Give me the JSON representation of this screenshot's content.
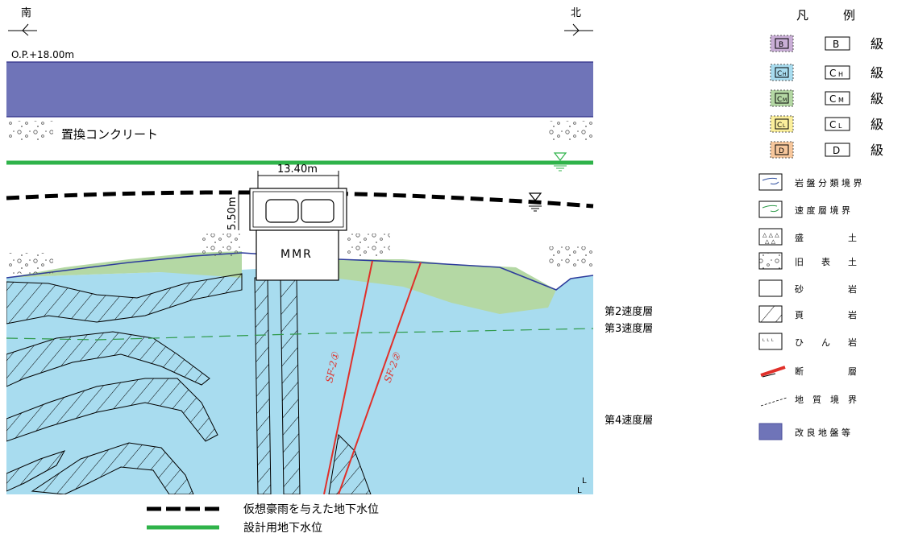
{
  "compass": {
    "south": "南",
    "north": "北"
  },
  "elevation_label": "O.P.+18.00m",
  "replacement_concrete_label": "置換コンクリート",
  "structure": {
    "width_label": "13.40m",
    "height_label": "5.50m",
    "name": "MMR"
  },
  "velocity_layers": [
    "第2速度層",
    "第3速度層",
    "第4速度層"
  ],
  "faults": [
    "SF-2①",
    "SF-2②"
  ],
  "legend": {
    "title": [
      "凡",
      "例"
    ],
    "rock_classes": [
      {
        "code": "B",
        "sub": "",
        "label": "B",
        "label_sub": "",
        "grade": "級",
        "color": "#c9aed6"
      },
      {
        "code": "C",
        "sub": "H",
        "label": "C",
        "label_sub": "H",
        "grade": "級",
        "color": "#a8dcef"
      },
      {
        "code": "C",
        "sub": "M",
        "label": "C",
        "label_sub": "M",
        "grade": "級",
        "color": "#b4d8a4"
      },
      {
        "code": "C",
        "sub": "L",
        "label": "C",
        "label_sub": "L",
        "grade": "級",
        "color": "#fbef9c"
      },
      {
        "code": "D",
        "sub": "",
        "label": "D",
        "label_sub": "",
        "grade": "級",
        "color": "#f7c79c"
      }
    ],
    "symbols": [
      {
        "icon": "rock-class-boundary-icon",
        "text": "岩 盤 分 類 境 界"
      },
      {
        "icon": "velocity-layer-boundary-icon",
        "text": "速 度 層 境 界"
      },
      {
        "icon": "fill-soil-icon",
        "text": "盛　　　　　土"
      },
      {
        "icon": "old-topsoil-icon",
        "text": "旧　　表　　土"
      },
      {
        "icon": "sandstone-icon",
        "text": "砂　　　　　岩"
      },
      {
        "icon": "shale-icon",
        "text": "頁　　　　　岩"
      },
      {
        "icon": "hornfels-icon",
        "text": "ひ　　ん　　岩"
      },
      {
        "icon": "fault-icon",
        "text": "断　　　　　層"
      },
      {
        "icon": "geologic-boundary-icon",
        "text": "地　質　境　界"
      },
      {
        "icon": "improved-ground-icon",
        "text": "改 良 地 盤 等"
      }
    ]
  },
  "water_level_legend": [
    {
      "style": "dashed-black",
      "label": "仮想豪雨を与えた地下水位"
    },
    {
      "style": "solid-green",
      "label": "設計用地下水位"
    }
  ],
  "colors": {
    "improved_ground": "#6f74b8",
    "ch_blue": "#a8dcef",
    "cm_green": "#b4d8a4",
    "design_water": "#2fb34a",
    "fault_red": "#e0302a"
  }
}
